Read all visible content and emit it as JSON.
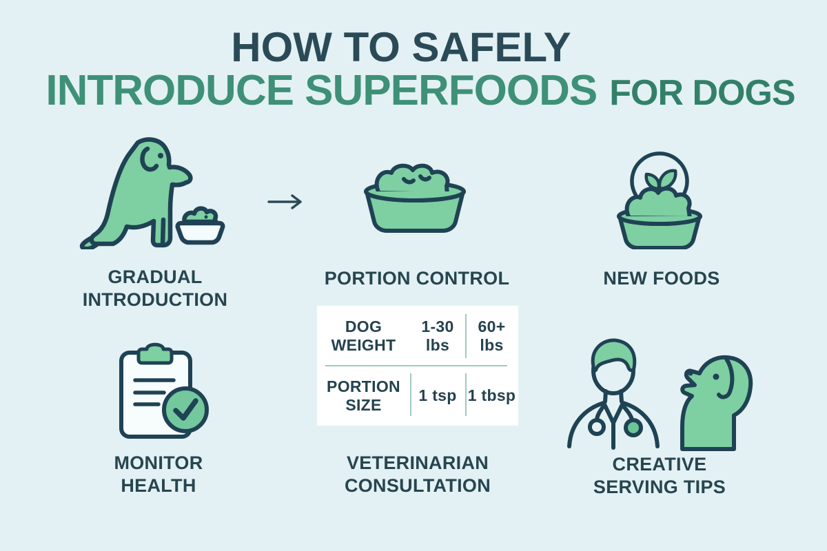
{
  "infographic": {
    "title": {
      "line1": "HOW TO SAFELY",
      "line2_part1": "INTRODUCE SUPERFOODS",
      "line2_part2": "FOR DOGS"
    },
    "steps": {
      "gradual_introduction": {
        "line1": "GRADUAL",
        "line2": "INTRODUCTION",
        "icon": "sitting-dog-with-bowl-icon"
      },
      "portion_control": {
        "line1": "PORTION CONTROL",
        "icon": "full-dog-bowl-icon"
      },
      "new_foods": {
        "line1": "NEW FOODS",
        "icon": "dog-bowl-with-leaf-sprout-icon"
      },
      "monitor_health": {
        "line1": "MONITOR",
        "line2": "HEALTH",
        "icon": "clipboard-checkmark-icon"
      },
      "veterinarian_consultation": {
        "line1": "VETERINARIAN",
        "line2": "CONSULTATION",
        "icon": "portion-table"
      },
      "creative_serving_tips": {
        "line1": "CREATIVE",
        "line2": "SERVING TIPS",
        "icon": "veterinarian-with-dog-icon"
      }
    },
    "portion_table": {
      "weight_header_line1": "DOG",
      "weight_header_line2": "WEIGHT",
      "weight_col1_line1": "1-30",
      "weight_col1_line2": "lbs",
      "weight_col2_line1": "60+",
      "weight_col2_line2": "lbs",
      "size_header_line1": "PORTION",
      "size_header_line2": "SIZE",
      "size_col1": "1 tsp",
      "size_col2": "1 tbsp"
    },
    "colors": {
      "background": "#E3F1F4",
      "icon_fill_green": "#7ECFA2",
      "outline_dark_teal": "#1F4254",
      "title_dark": "#2B4A57",
      "title_green": "#3E9077",
      "title_green_dark": "#338069",
      "label_text": "#27454F",
      "table_card": "#FFFFFF",
      "table_divider": "#9FC9C2"
    }
  }
}
